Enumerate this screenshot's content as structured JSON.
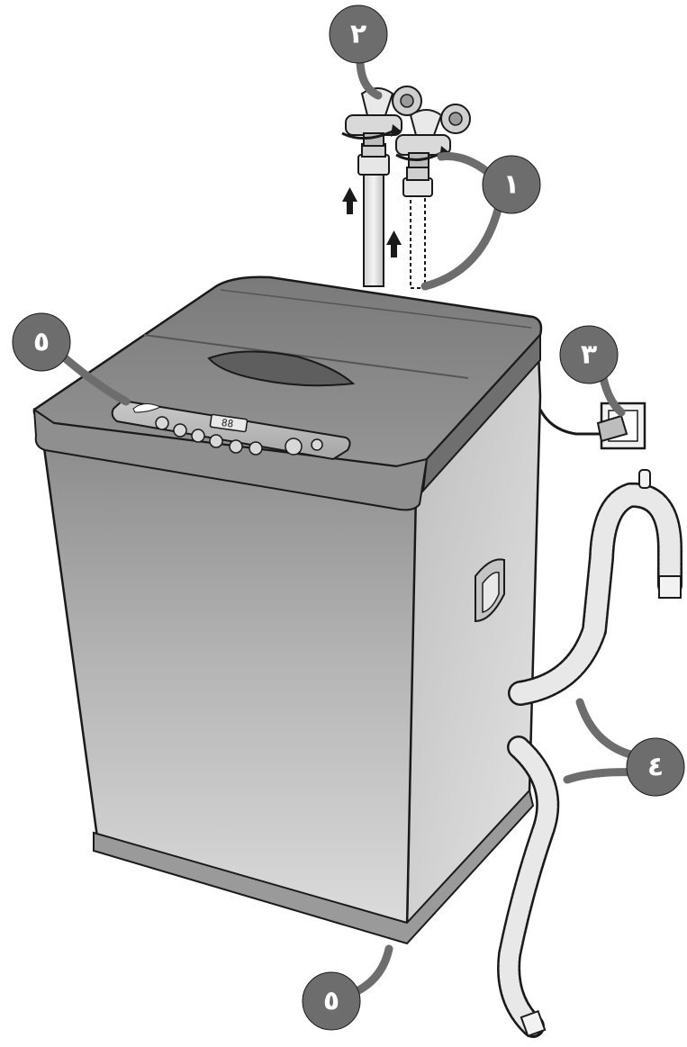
{
  "callouts": [
    {
      "id": "cold-tap",
      "label": "١"
    },
    {
      "id": "hot-tap",
      "label": "٢"
    },
    {
      "id": "power-plug",
      "label": "٣"
    },
    {
      "id": "hoses",
      "label": "٤"
    },
    {
      "id": "control-panel",
      "label": "٥"
    },
    {
      "id": "base-feet",
      "label": "٥"
    }
  ],
  "panel": {
    "display": "88"
  },
  "colors": {
    "callout_fill": "#6d6d6d",
    "machine_light": "#d2d2d2",
    "machine_dark": "#7e7e7e",
    "lid": "#8a8a8a",
    "outline": "#1a1a1a"
  },
  "icons": [
    "arrow-up-icon",
    "rotate-arrow-icon",
    "water-tap-icon",
    "wall-socket-icon",
    "plug-icon",
    "drain-hose-icon",
    "inlet-hose-icon"
  ]
}
